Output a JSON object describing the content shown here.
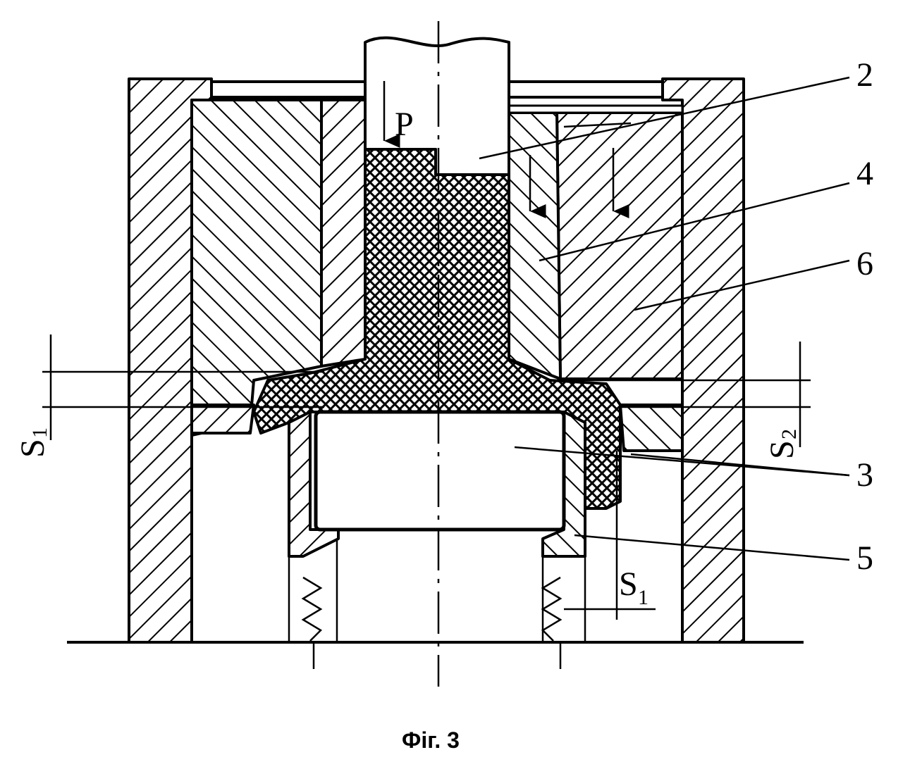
{
  "labels": {
    "n2": "2",
    "n4": "4",
    "n6": "6",
    "n3": "3",
    "n5": "5",
    "force": "P",
    "s1_left": "S",
    "s1_left_sub": "1",
    "s2_right": "S",
    "s2_right_sub": "2",
    "s1_bottom": "S",
    "s1_bottom_sub": "1"
  },
  "caption": "Фіг. 3",
  "colors": {
    "ink": "#000000",
    "paper": "#ffffff"
  }
}
